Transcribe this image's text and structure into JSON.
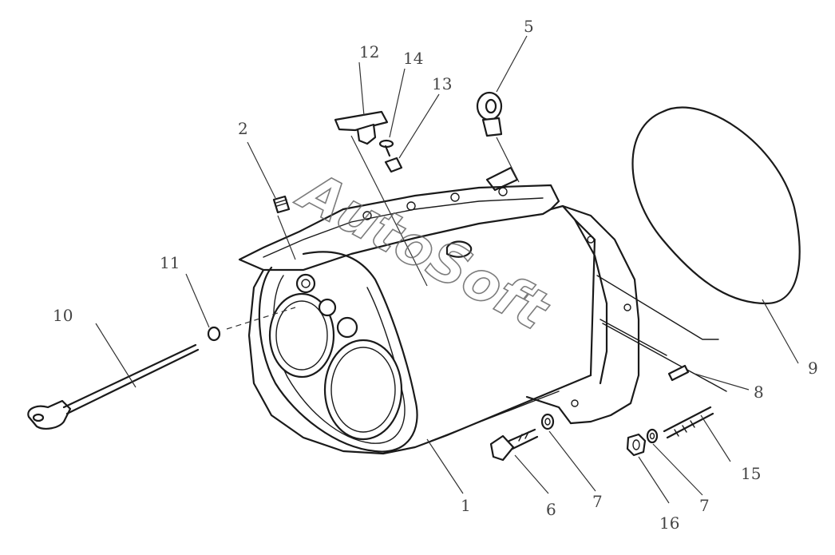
{
  "watermark": "AutoSoft",
  "callouts": {
    "c1": "1",
    "c2": "2",
    "c5": "5",
    "c6": "6",
    "c7a": "7",
    "c7b": "7",
    "c8": "8",
    "c9": "9",
    "c10": "10",
    "c11": "11",
    "c12": "12",
    "c13": "13",
    "c14": "14",
    "c15": "15",
    "c16": "16"
  }
}
